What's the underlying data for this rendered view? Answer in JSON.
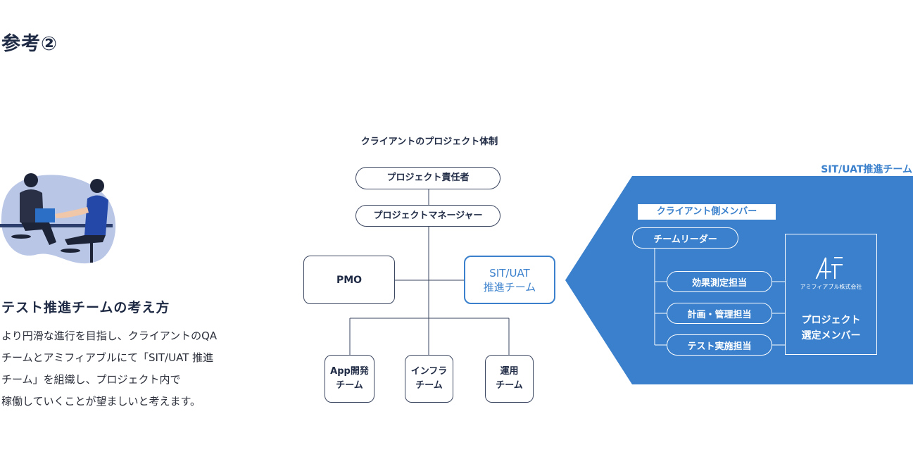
{
  "page": {
    "title": "参考②"
  },
  "left": {
    "heading": "テスト推進チームの考え方",
    "body_lines": [
      "より円滑な進行を目指し、クライアントのQA",
      "チームとアミフィアブルにて「SIT/UAT 推進",
      "チーム」を組織し、プロジェクト内で",
      "稼働していくことが望ましいと考えます。"
    ]
  },
  "org": {
    "title": "クライアントのプロジェクト体制",
    "owner": "プロジェクト責任者",
    "manager": "プロジェクトマネージャー",
    "pmo": "PMO",
    "sit_line1": "SIT/UAT",
    "sit_line2": "推進チーム",
    "teams": [
      {
        "line1": "App開発",
        "line2": "チーム"
      },
      {
        "line1": "インフラ",
        "line2": "チーム"
      },
      {
        "line1": "運用",
        "line2": "チーム"
      }
    ]
  },
  "panel": {
    "title": "SIT/UAT推進チーム",
    "client_label": "クライアント側メンバー",
    "leader": "チームリーダー",
    "roles": [
      "効果測定担当",
      "計画・管理担当",
      "テスト実施担当"
    ],
    "vendor_name": "アミフィアブル株式会社",
    "vendor_label_line1": "プロジェクト",
    "vendor_label_line2": "選定メンバー"
  },
  "colors": {
    "accent": "#3a80cc",
    "navy": "#1f2a44"
  }
}
